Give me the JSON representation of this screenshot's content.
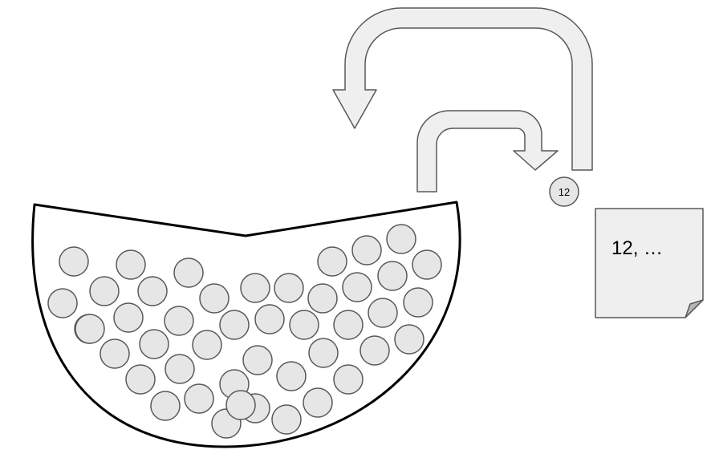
{
  "drawn_ball": {
    "label": "12"
  },
  "note": {
    "text": "12, …"
  },
  "bowl": {
    "ball_count": 45
  },
  "colors": {
    "ball_fill": "#e6e6e6",
    "ball_stroke": "#595959",
    "arrow_fill": "#efefef",
    "arrow_stroke": "#595959",
    "note_fill": "#efefef",
    "note_fold": "#b7b7b7",
    "bowl_stroke": "#000000"
  },
  "icons": [
    "bowl-icon",
    "ball-icon",
    "curved-arrow-icon",
    "note-icon"
  ]
}
